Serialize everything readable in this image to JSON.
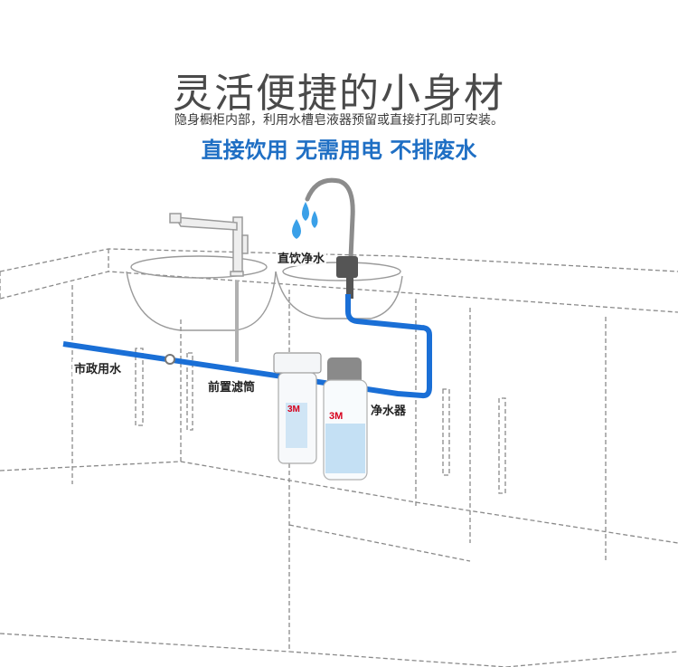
{
  "header": {
    "title": "灵活便捷的小身材",
    "subtitle": "隐身橱柜内部，利用水槽皂液器预留或直接打孔即可安装。",
    "highlight": "直接饮用 无需用电 不排废水"
  },
  "labels": {
    "faucet": "直饮净水",
    "municipal_water": "市政用水",
    "prefilter": "前置滤筒",
    "purifier": "净水器"
  },
  "colors": {
    "accent": "#1f6fc4",
    "pipe": "#1a6fd6",
    "line": "#8a8a8a"
  },
  "brand": "3M"
}
